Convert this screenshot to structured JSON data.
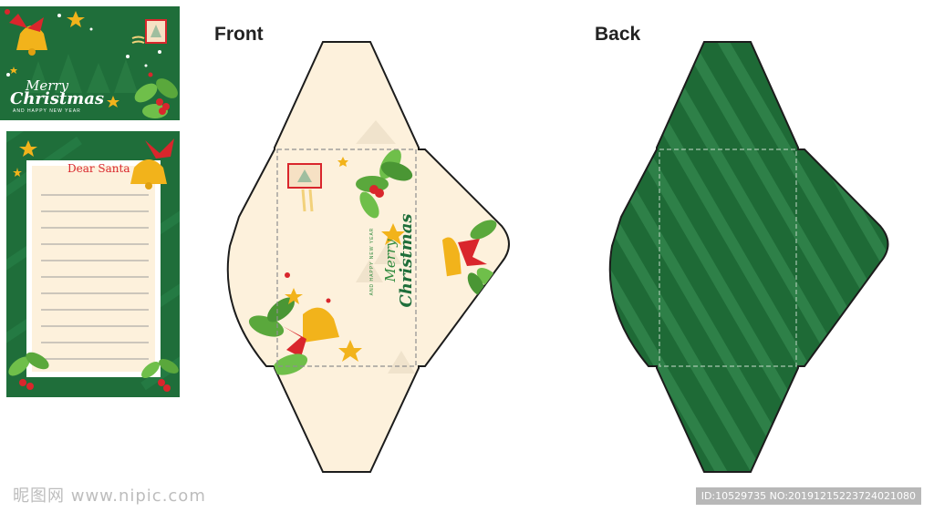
{
  "labels": {
    "front": "Front",
    "back": "Back"
  },
  "card": {
    "line1": "Merry",
    "line2": "Christmas",
    "line3": "AND HAPPY NEW YEAR"
  },
  "letter": {
    "heading": "Dear Santa"
  },
  "envelope_front": {
    "line1": "Merry",
    "line2": "Christmas",
    "line3": "AND HAPPY NEW YEAR"
  },
  "watermark": {
    "left": "昵图网 www.nipic.com",
    "right": "ID:10529735 NO:20191215223724021080"
  },
  "colors": {
    "green": "#1e6b3a",
    "dark_green": "#155c2f",
    "cream": "#fdf1dc",
    "red": "#d9262c",
    "gold": "#f2b31b"
  }
}
